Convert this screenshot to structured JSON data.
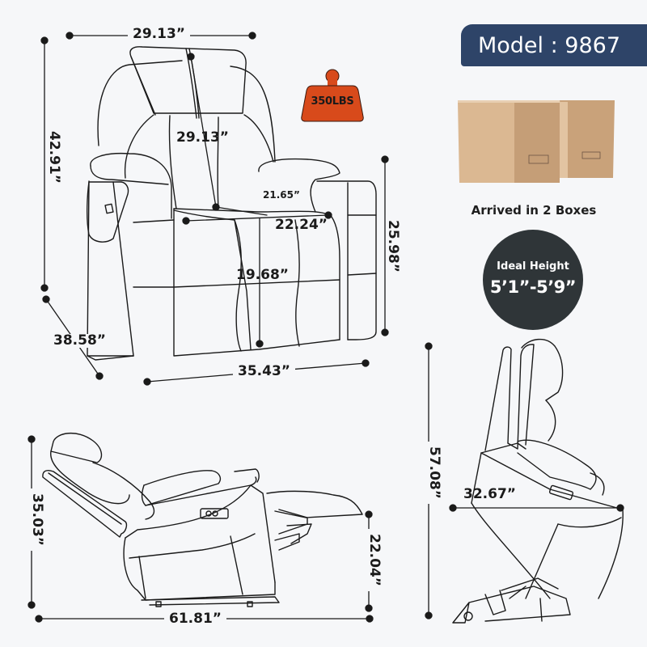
{
  "model_badge": {
    "text": "Model : 9867",
    "background_color": "#2e4468",
    "text_color": "#ffffff"
  },
  "weight_capacity": {
    "label": "350LBS",
    "icon": "weight-icon",
    "color": "#d84a1b"
  },
  "packaging": {
    "icon": "cardboard-boxes-icon",
    "box_count": 2,
    "caption": "Arrived in 2 Boxes",
    "box_color": "#d9b48f"
  },
  "ideal_height": {
    "title": "Ideal Height",
    "range": "5’1”-5’9”",
    "background_color": "#2f3538"
  },
  "front_view": {
    "dimensions": {
      "overall_width_top": "29.13”",
      "backrest_height": "29.13”",
      "overall_height": "42.91”",
      "seat_depth": "21.65”",
      "seat_width": "22.24”",
      "seat_height": "19.68”",
      "arm_height": "25.98”",
      "overall_depth": "38.58”",
      "overall_width_bottom": "35.43”"
    }
  },
  "reclined_view": {
    "dimensions": {
      "reclined_height": "35.03”",
      "footrest_height": "22.04”",
      "reclined_length": "61.81”"
    }
  },
  "lift_view": {
    "dimensions": {
      "lifted_height": "57.08”",
      "lifted_depth": "32.67”"
    }
  }
}
